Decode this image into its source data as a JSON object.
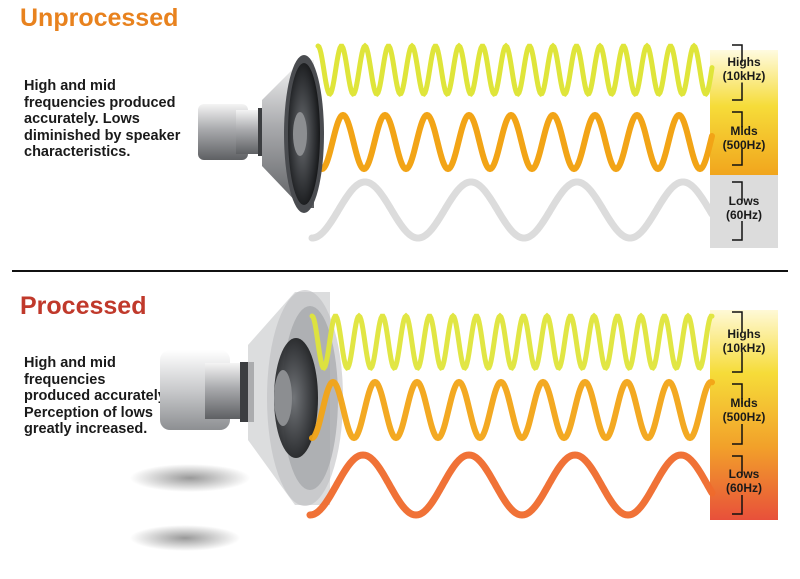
{
  "colors": {
    "unprocessed": "#e8821e",
    "processed": "#c0392b",
    "highs": "#dfe53a",
    "mids": "#f2a416",
    "lows_unprocessed": "#dcdcdc",
    "lows_processed": "#ef6a2c"
  },
  "panels": [
    {
      "id": "unprocessed",
      "heading": "Unprocessed",
      "description": "High and mid frequencies produced accurately. Lows diminished by speaker characteristics.",
      "bands": [
        {
          "label": "Highs",
          "freq": "(10kHz)",
          "level": 1.0
        },
        {
          "label": "Mids",
          "freq": "(500Hz)",
          "level": 1.0
        },
        {
          "label": "Lows",
          "freq": "(60Hz)",
          "level": 0.35
        }
      ]
    },
    {
      "id": "processed",
      "heading": "Processed",
      "description": "High and mid frequencies produced accurately. Perception of lows greatly increased.",
      "bands": [
        {
          "label": "Highs",
          "freq": "(10kHz)",
          "level": 1.0
        },
        {
          "label": "Mids",
          "freq": "(500Hz)",
          "level": 1.0
        },
        {
          "label": "Lows",
          "freq": "(60Hz)",
          "level": 1.0
        }
      ]
    }
  ],
  "icons": [
    "speaker-icon",
    "sine-wave-icon",
    "bracket-icon"
  ]
}
